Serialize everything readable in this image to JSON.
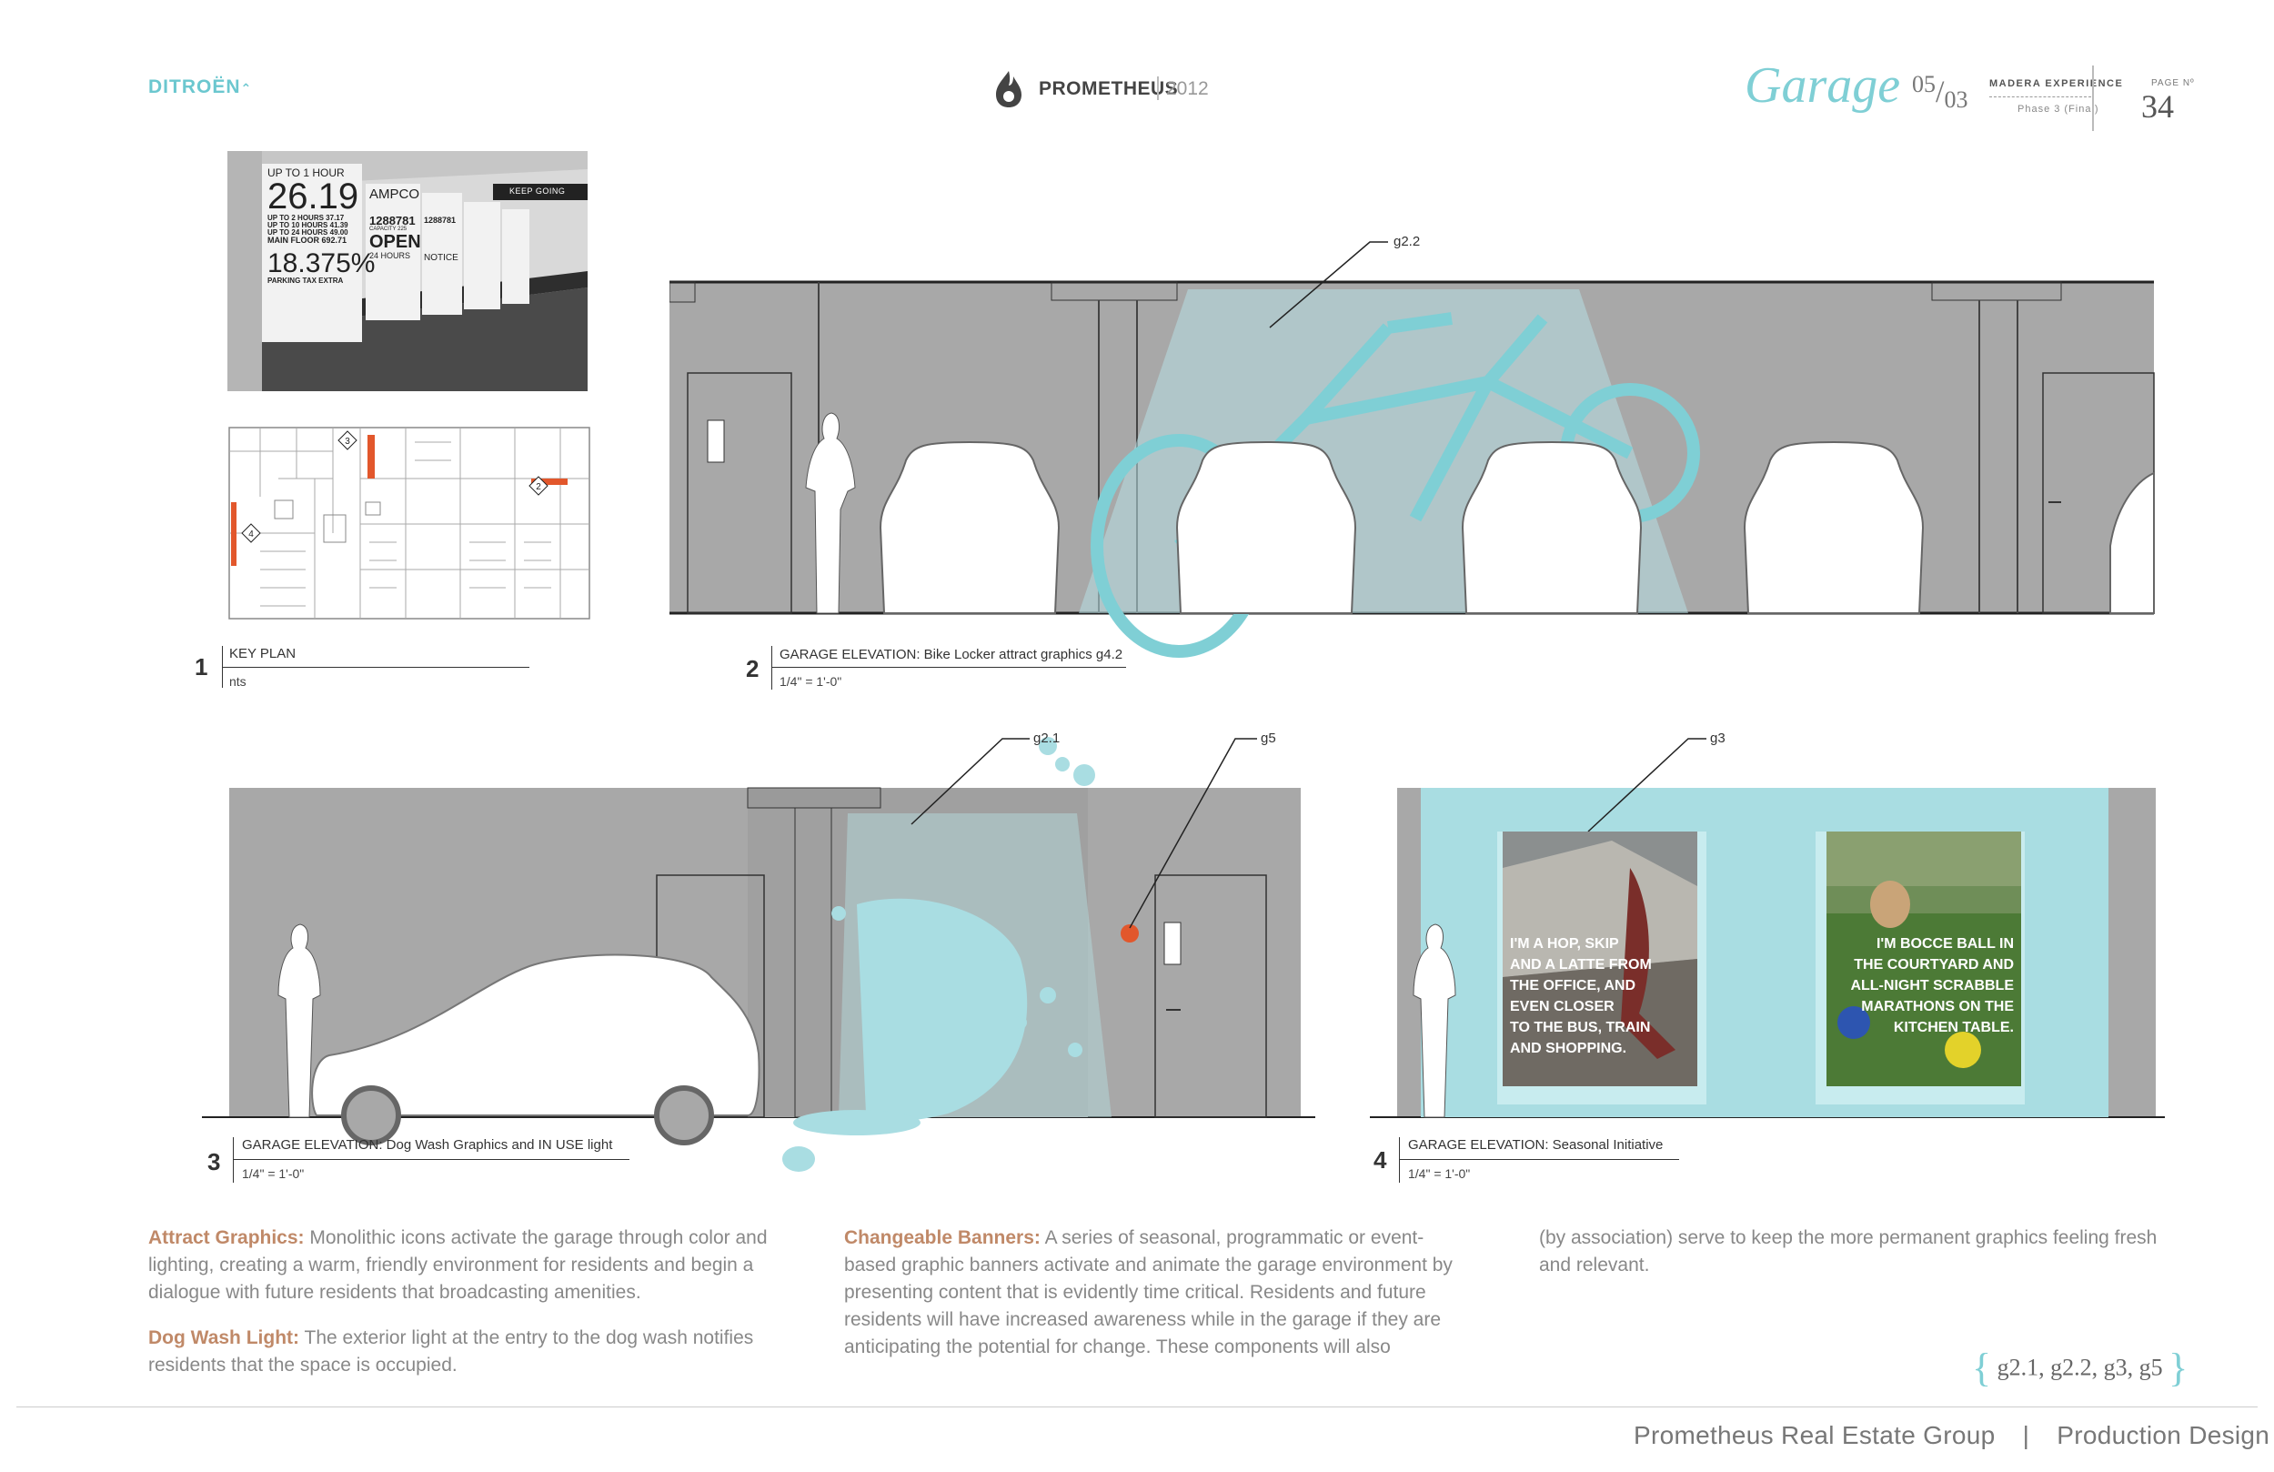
{
  "header": {
    "brand_left": "DITROËN",
    "prom_name": "PROMETHEUS",
    "prom_year": "2012",
    "section_title": "Garage",
    "fraction_top": "05",
    "fraction_bottom": "03",
    "experience": "MADERA EXPERIENCE",
    "phase": "Phase 3 (Final)",
    "page_label": "PAGE Nº",
    "page_number": "34"
  },
  "photo": {
    "sign_text": [
      "UP TO 1 HOUR",
      "26.19",
      "UP TO 2 HOURS 37.17",
      "UP TO 10 HOURS 41.39",
      "UP TO 24 HOURS 49.00",
      "MAIN FLOOR 692.71",
      "18.375%",
      "PARKING TAX EXTRA"
    ],
    "sign2_text": [
      "AMPCO",
      "1288781",
      "CAPACITY 225",
      "OPEN",
      "24 HOURS"
    ],
    "sign3_text": [
      "1288781",
      "NOTICE"
    ],
    "overhead_sign": "KEEP GOING"
  },
  "keyplan_markers": [
    "3",
    "2",
    "4"
  ],
  "captions": [
    {
      "num": "1",
      "title": "KEY PLAN",
      "scale": "nts"
    },
    {
      "num": "2",
      "title": "GARAGE ELEVATION: Bike Locker attract graphics g4.2",
      "scale": "1/4\" = 1'-0\""
    },
    {
      "num": "3",
      "title": "GARAGE ELEVATION: Dog Wash Graphics and IN USE light",
      "scale": "1/4\" = 1'-0\""
    },
    {
      "num": "4",
      "title": "GARAGE ELEVATION: Seasonal Initiative",
      "scale": "1/4\" = 1'-0\""
    }
  ],
  "callouts": {
    "g22": "g2.2",
    "g21": "g2.1",
    "g5": "g5",
    "g3": "g3"
  },
  "banners": {
    "left": [
      "I'M A HOP, SKIP",
      "AND A LATTE FROM",
      "THE OFFICE, AND",
      "EVEN CLOSER",
      "TO THE BUS, TRAIN",
      "AND SHOPPING."
    ],
    "right": [
      "I'M BOCCE BALL IN",
      "THE COURTYARD AND",
      "ALL-NIGHT SCRABBLE",
      "MARATHONS ON THE",
      "KITCHEN TABLE."
    ]
  },
  "paragraphs": {
    "attract_lead": "Attract Graphics:",
    "attract_body": " Monolithic icons activate the garage through color and lighting, creating a warm, friendly environment for residents and begin a dialogue with future residents that broadcasting amenities.",
    "dog_lead": "Dog Wash Light:",
    "dog_body": " The exterior light at the entry to the dog wash notifies residents that the space is occupied.",
    "banners_lead": "Changeable Banners:",
    "banners_body": " A series of seasonal, programmatic or event-based graphic banners activate and animate the garage environment by presenting content that is evidently time critical. Residents and future residents will have increased awareness while in the garage if they are anticipating the potential for change. These components will also",
    "continuation": "(by association) serve to keep the more permanent graphics feeling fresh and relevant."
  },
  "refs": "g2.1, g2.2, g3, g5",
  "footer": {
    "company": "Prometheus Real Estate Group",
    "sep": "|",
    "dept": "Production Design"
  },
  "colors": {
    "accent": "#7fcfd5",
    "lead": "#c08968",
    "wall": "#a8a8a8"
  }
}
